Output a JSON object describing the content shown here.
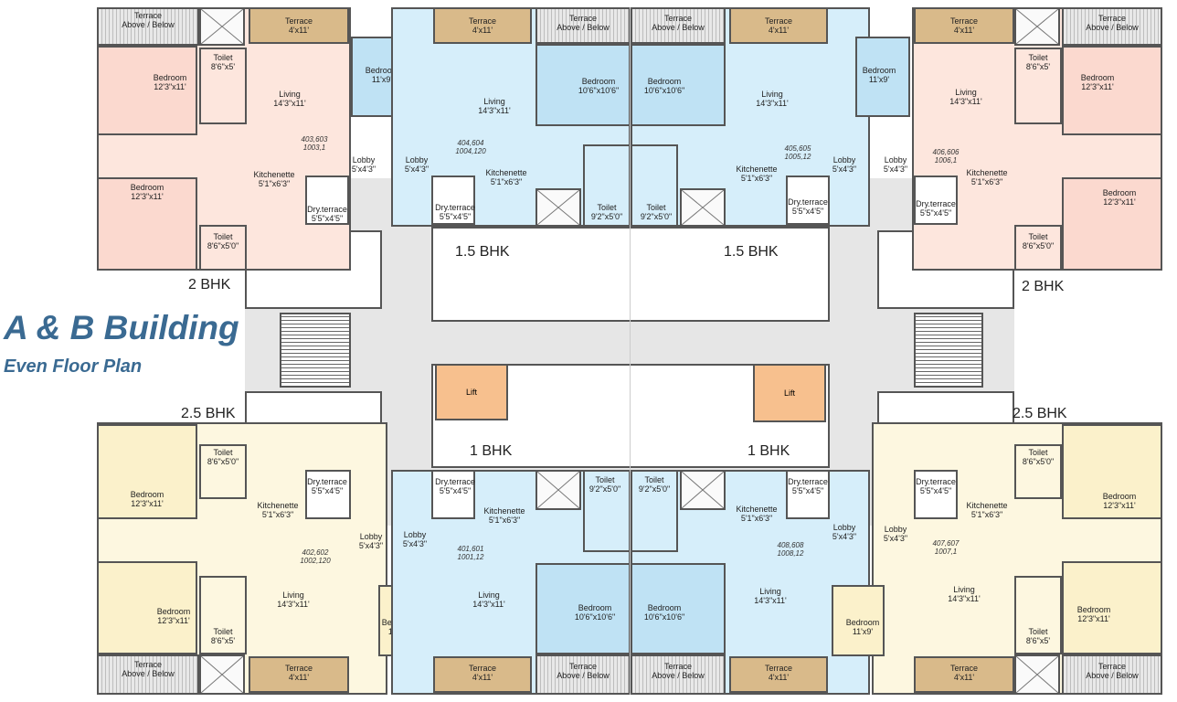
{
  "title": "A & B Building",
  "subtitle": "Even Floor Plan",
  "units": {
    "u406606": "406,606\n1006,1",
    "u403603": "403,603\n1003,1",
    "u404604": "404,604\n1004,120",
    "u405605": "405,605\n1005,12",
    "u402602": "402,602\n1002,120",
    "u401601": "401,601\n1001,12",
    "u408608": "408,608\n1008,12",
    "u407607": "407,607\n1007,1"
  },
  "bhk": {
    "tl": "2 BHK",
    "tr": "2 BHK",
    "tcl": "1.5 BHK",
    "tcr": "1.5 BHK",
    "bl": "2.5 BHK",
    "br": "2.5 BHK",
    "bcl": "1 BHK",
    "bcr": "1 BHK"
  },
  "lift": "Lift",
  "rooms": {
    "terrace_above": "Terrace\nAbove / Below",
    "terrace": "Terrace\n4'x11'",
    "bedroom_123": "Bedroom\n12'3\"x11'",
    "bedroom_119": "Bedroom\n11'x9'",
    "bedroom_1066": "Bedroom\n10'6\"x10'6\"",
    "toilet_865": "Toilet\n8'6\"x5'",
    "toilet_8650": "Toilet\n8'6\"x5'0\"",
    "toilet_925": "Toilet\n9'2\"x5'0\"",
    "living": "Living\n14'3\"x11'",
    "lobby": "Lobby\n5'x4'3\"",
    "kitchenette": "Kitchenette\n5'1\"x6'3\"",
    "dry_terrace": "Dry.terrace\n5'5\"x4'5\""
  },
  "colors": {
    "pink": "#fbd9cf",
    "pink_light": "#fde6dd",
    "blue": "#bfe2f4",
    "blue_light": "#d6eefa",
    "yellow": "#fbf1cb",
    "yellow_light": "#fdf7e0",
    "terrace": "#d9ba8a",
    "lift": "#f7c08e",
    "title": "#3a6a92"
  }
}
